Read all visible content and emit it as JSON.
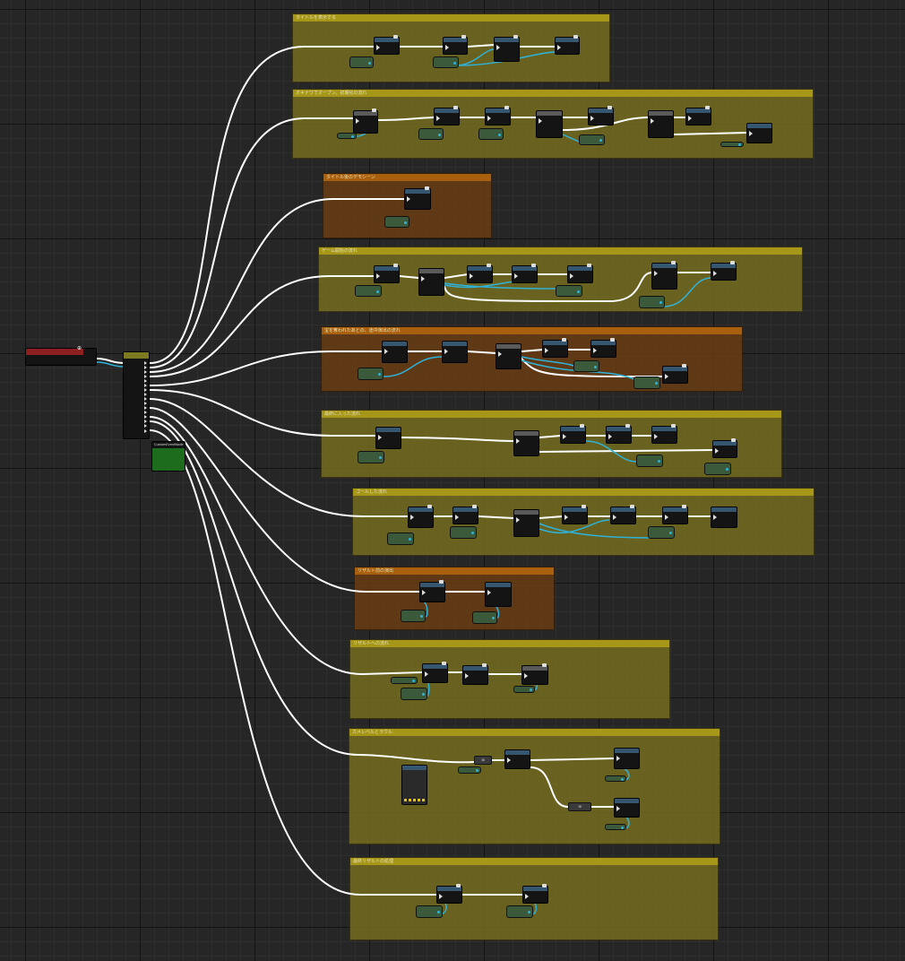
{
  "editor": {
    "background_color": "#262626",
    "grid_major_color": "#141414",
    "grid_minor_color": "#2e2e2e",
    "wire_exec_color": "#ffffff",
    "wire_data_color": "#2fb2d8"
  },
  "comment_groups": [
    {
      "id": "c1",
      "title": "タイトルを表示する",
      "color": "yellow"
    },
    {
      "id": "c2",
      "title": "オキナワでオープン。初期化の流れ",
      "color": "yellow"
    },
    {
      "id": "c3",
      "title": "タイトル後のデモシーン",
      "color": "orange"
    },
    {
      "id": "c4",
      "title": "ゲーム開始の流れ",
      "color": "yellow"
    },
    {
      "id": "c5",
      "title": "宝を奪われたあとの、途中演出の流れ",
      "color": "orange"
    },
    {
      "id": "c6",
      "title": "最終に入った流れ",
      "color": "yellow"
    },
    {
      "id": "c7",
      "title": "ゴールした流れ",
      "color": "yellow"
    },
    {
      "id": "c8",
      "title": "リザルト前の演出",
      "color": "orange"
    },
    {
      "id": "c9",
      "title": "リザルトへの流れ",
      "color": "yellow"
    },
    {
      "id": "c10",
      "title": "カメレベルとラウル",
      "color": "yellow"
    },
    {
      "id": "c11",
      "title": "最終リザルトの処理",
      "color": "yellow"
    }
  ],
  "nodes": {
    "event_icon_glyph": "⊕",
    "custom_event_label": "CustomEventNode",
    "branch_label": "⊞"
  }
}
